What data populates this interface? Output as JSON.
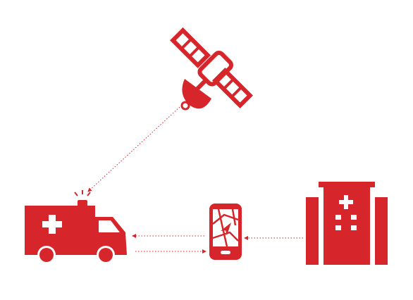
{
  "diagram": {
    "accent_color": "#d7262b",
    "background_color": "#ffffff",
    "nodes": [
      {
        "id": "satellite",
        "icon": "satellite-icon"
      },
      {
        "id": "ambulance",
        "icon": "ambulance-icon"
      },
      {
        "id": "phone",
        "icon": "smartphone-map-icon"
      },
      {
        "id": "hospital",
        "icon": "hospital-building-icon"
      }
    ],
    "connections": [
      {
        "from": "satellite",
        "to": "ambulance",
        "style": "dotted",
        "arrow": "end"
      },
      {
        "from": "phone",
        "to": "ambulance",
        "style": "dotted",
        "arrow": "end"
      },
      {
        "from": "ambulance",
        "to": "phone",
        "style": "dotted",
        "arrow": "end"
      },
      {
        "from": "hospital",
        "to": "phone",
        "style": "dotted",
        "arrow": "end"
      }
    ]
  }
}
